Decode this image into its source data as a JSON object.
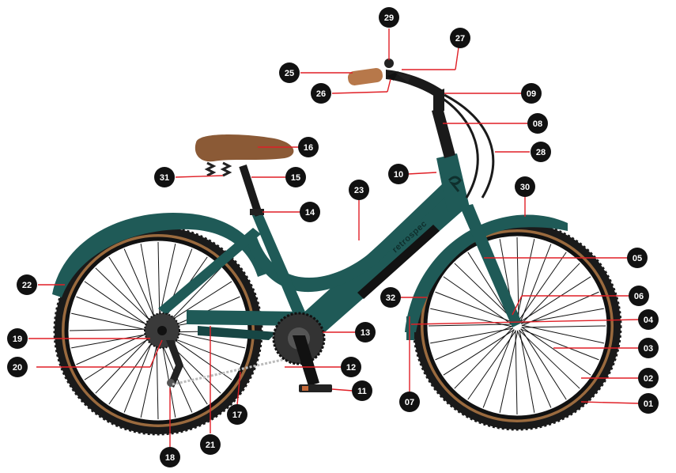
{
  "diagram": {
    "brand_text": "retrospec",
    "colors": {
      "frame": "#1f5a57",
      "frame_dark": "#174644",
      "tire": "#1a1a1a",
      "tire_wall": "#9a6a3e",
      "spoke": "#111111",
      "saddle": "#8b5a36",
      "grip": "#b7784a",
      "battery": "#121212",
      "callout_line": "#e01f26",
      "callout_badge": "#111111",
      "callout_text": "#ffffff"
    },
    "parts": [
      {
        "number": "01",
        "part": "front-tire"
      },
      {
        "number": "02",
        "part": "front-rim"
      },
      {
        "number": "03",
        "part": "front-spokes"
      },
      {
        "number": "04",
        "part": "front-hub"
      },
      {
        "number": "05",
        "part": "fork"
      },
      {
        "number": "06",
        "part": "front-brake"
      },
      {
        "number": "07",
        "part": "front-fender-stay"
      },
      {
        "number": "08",
        "part": "headtube-stem"
      },
      {
        "number": "09",
        "part": "handlebar"
      },
      {
        "number": "10",
        "part": "head-badge"
      },
      {
        "number": "11",
        "part": "pedal"
      },
      {
        "number": "12",
        "part": "crank-arm"
      },
      {
        "number": "13",
        "part": "chainring"
      },
      {
        "number": "14",
        "part": "seat-clamp"
      },
      {
        "number": "15",
        "part": "seat-post"
      },
      {
        "number": "16",
        "part": "saddle"
      },
      {
        "number": "17",
        "part": "chain"
      },
      {
        "number": "18",
        "part": "rear-derailleur"
      },
      {
        "number": "19",
        "part": "cassette"
      },
      {
        "number": "20",
        "part": "rear-hub"
      },
      {
        "number": "21",
        "part": "chainstay"
      },
      {
        "number": "22",
        "part": "rear-fender"
      },
      {
        "number": "23",
        "part": "down-tube"
      },
      {
        "number": "25",
        "part": "grip"
      },
      {
        "number": "26",
        "part": "brake-lever"
      },
      {
        "number": "27",
        "part": "shifter"
      },
      {
        "number": "28",
        "part": "cables"
      },
      {
        "number": "29",
        "part": "bell"
      },
      {
        "number": "30",
        "part": "front-fender"
      },
      {
        "number": "31",
        "part": "saddle-springs"
      },
      {
        "number": "32",
        "part": "fender-bracket"
      }
    ]
  }
}
